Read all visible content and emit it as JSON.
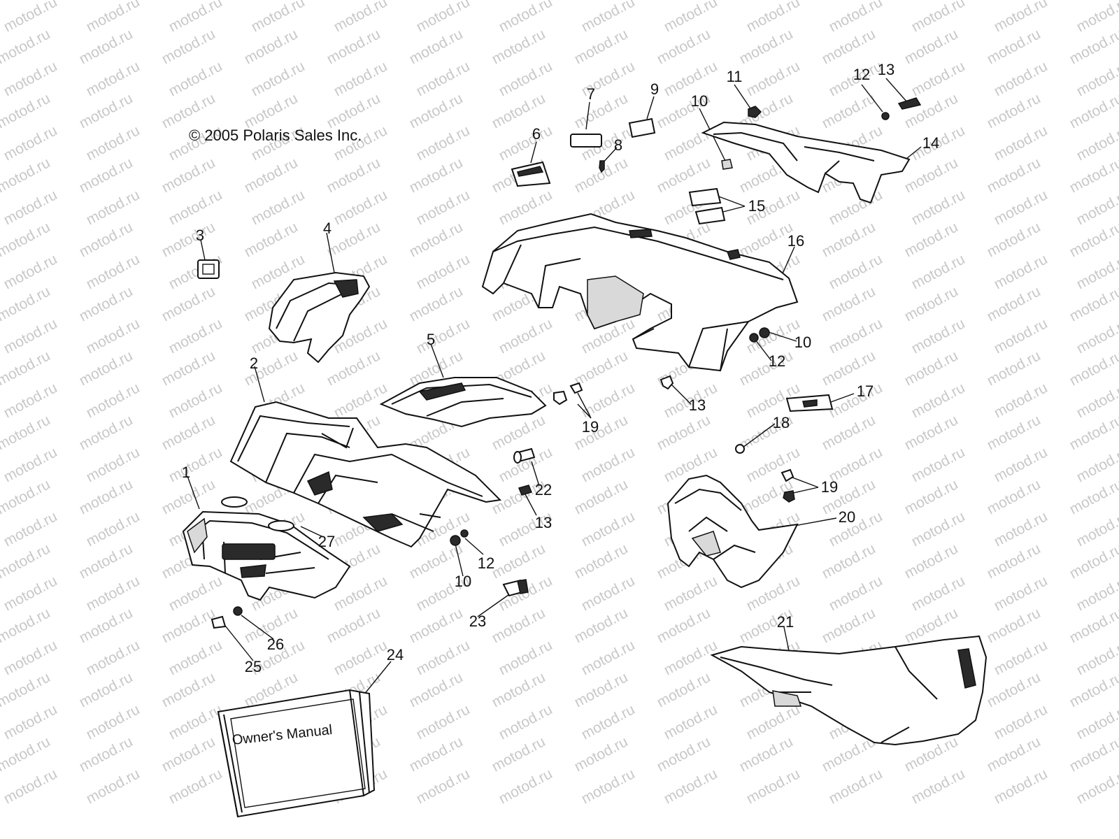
{
  "diagram": {
    "copyright": "© 2005 Polaris Sales Inc.",
    "watermark": "motod.ru",
    "manual_title": "Owner's Manual",
    "callouts": [
      "1",
      "2",
      "3",
      "4",
      "5",
      "6",
      "7",
      "8",
      "9",
      "10",
      "11",
      "12",
      "13",
      "14",
      "15",
      "16",
      "17",
      "18",
      "19",
      "20",
      "21",
      "22",
      "23",
      "24",
      "25",
      "26",
      "27",
      "10",
      "12",
      "13",
      "10",
      "12",
      "13",
      "19"
    ]
  }
}
